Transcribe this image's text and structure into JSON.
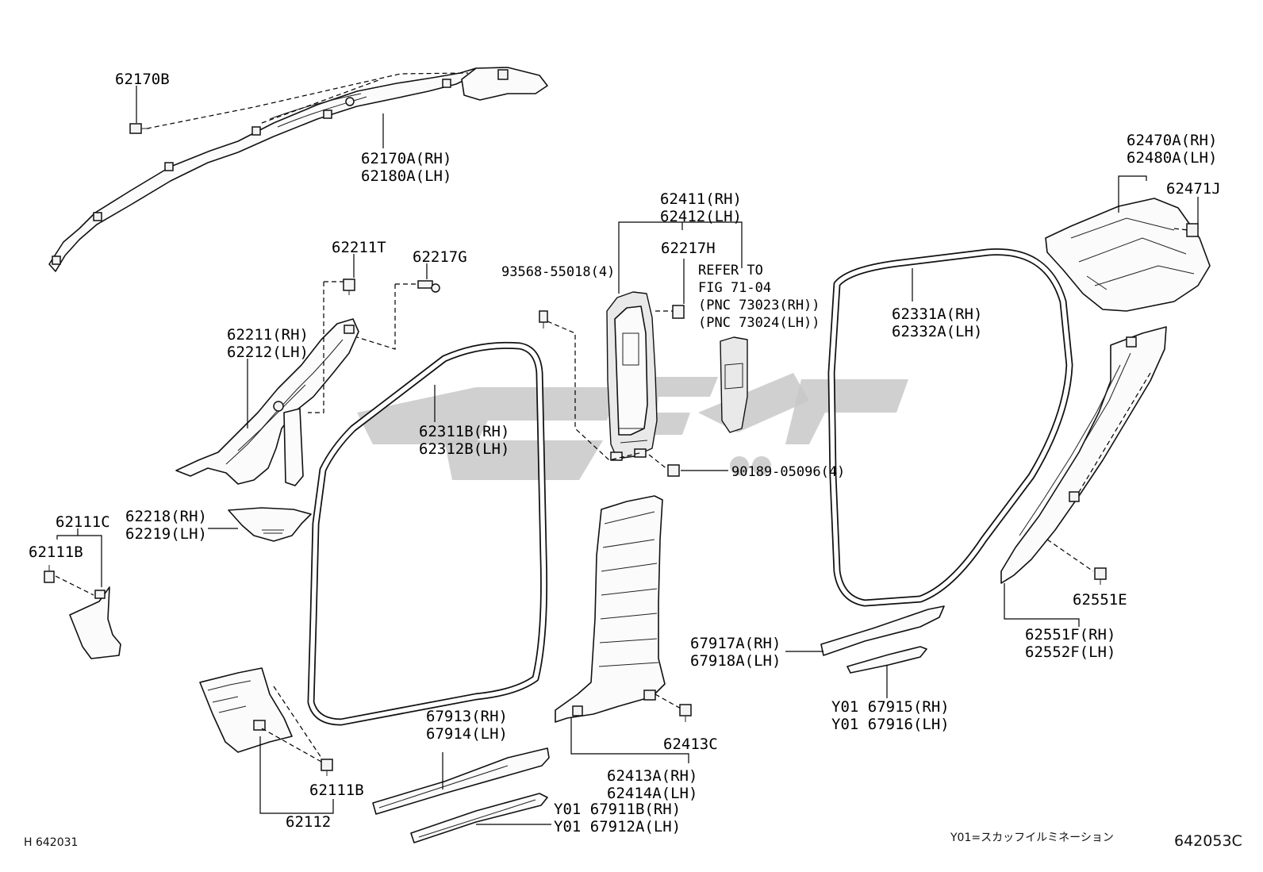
{
  "diagram": {
    "labels": {
      "p62170B": "62170B",
      "p62170A_rh": "62170A(RH)",
      "p62180A_lh": "62180A(LH)",
      "p62211T": "62211T",
      "p62217G": "62217G",
      "p62211_rh": "62211(RH)",
      "p62212_lh": "62212(LH)",
      "p62218_rh": "62218(RH)",
      "p62219_lh": "62219(LH)",
      "p62111C": "62111C",
      "p62111B_a": "62111B",
      "p62111B_b": "62111B",
      "p62112": "62112",
      "p62311B_rh": "62311B(RH)",
      "p62312B_lh": "62312B(LH)",
      "p67913_rh": "67913(RH)",
      "p67914_lh": "67914(LH)",
      "p67911B_rh": "Y01 67911B(RH)",
      "p67912A_lh": "Y01 67912A(LH)",
      "p93568": "93568-55018(4)",
      "p62411_rh": "62411(RH)",
      "p62412_lh": "62412(LH)",
      "p62217H": "62217H",
      "refer1": "REFER TO",
      "refer2": "FIG 71-04",
      "refer3": "(PNC 73023(RH))",
      "refer4": "(PNC 73024(LH))",
      "p90189": "90189-05096(4)",
      "p62413C": "62413C",
      "p62413A_rh": "62413A(RH)",
      "p62414A_lh": "62414A(LH)",
      "p62331A_rh": "62331A(RH)",
      "p62332A_lh": "62332A(LH)",
      "p67917A_rh": "67917A(RH)",
      "p67918A_lh": "67918A(LH)",
      "p67915_rh": "Y01 67915(RH)",
      "p67916_lh": "Y01 67916(LH)",
      "p62470A_rh": "62470A(RH)",
      "p62480A_lh": "62480A(LH)",
      "p62471J": "62471J",
      "p62551E": "62551E",
      "p62551F_rh": "62551F(RH)",
      "p62552F_lh": "62552F(LH)"
    },
    "footer": {
      "left_code": "H 642031",
      "legend": "Y01=スカッフイルミネーション",
      "right_code": "642053C"
    },
    "watermark_color": "#c8c8c8"
  }
}
